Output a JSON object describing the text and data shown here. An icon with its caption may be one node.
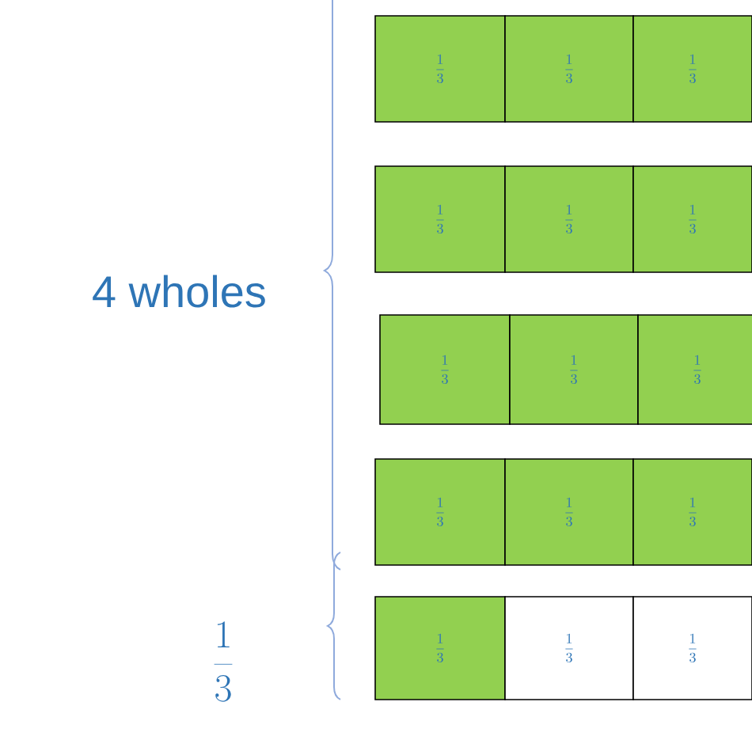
{
  "diagram": {
    "nodes": [
      {
        "text": [
          "\\frac{1}{3}"
        ]
      },
      {
        "text": [
          "\\frac{1}{3}"
        ]
      },
      {
        "text": [
          "\\frac{1}{3}"
        ]
      },
      {
        "text": [
          "\\frac{1}{3}"
        ]
      },
      {
        "text": [
          "\\frac{1}{3}"
        ]
      },
      {
        "text": [
          "\\frac{1}{3}"
        ]
      },
      {
        "text": [
          "\\frac{1}{3}"
        ]
      },
      {
        "text": [
          "\\frac{1}{3}"
        ]
      },
      {
        "text": [
          "\\frac{1}{3}"
        ]
      },
      {
        "text": [
          "\\frac{1}{3}"
        ]
      },
      {
        "text": [
          "\\frac{1}{3}"
        ]
      },
      {
        "text": [
          "\\frac{1}{3}"
        ]
      },
      {
        "text": [
          "\\frac{1}{3}"
        ]
      },
      {
        "text": [
          "\\frac{1}{3}"
        ]
      },
      {
        "text": [
          "\\frac{1}{3}"
        ]
      }
    ],
    "labels": [
      "4 wholes",
      "\\frac{1}{3}"
    ]
  }
}
